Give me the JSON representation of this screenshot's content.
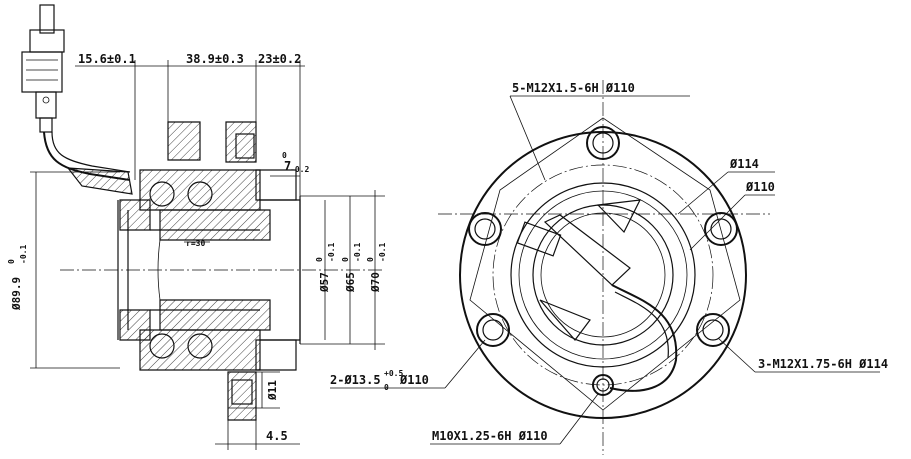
{
  "side_view": {
    "dim_width_1": "15.6±0.1",
    "dim_width_2": "38.9±0.3",
    "dim_width_3": "23±0.2",
    "dim_flange_a": "7",
    "dim_flange_b": "0",
    "dim_flange_c": "-0.2",
    "dim_outer_diameter": "Ø89.9",
    "dim_outer_diameter_tol": "-0.1",
    "dim_outer_diameter_tol0": "0",
    "dim_bore_57": "Ø57",
    "dim_bore_57_tol": "-0.1",
    "dim_bore_57_tol0": "0",
    "dim_bore_65": "Ø65",
    "dim_bore_65_tol": "-0.1",
    "dim_bore_65_tol0": "0",
    "dim_bore_70": "Ø70",
    "dim_bore_70_tol": "-0.1",
    "dim_bore_70_tol0": "0",
    "dim_radius": "r=30",
    "dim_bolt_dia": "Ø11",
    "dim_bolt_offset": "4.5"
  },
  "front_view": {
    "callout_top": "5-M12X1.5-6H  Ø110",
    "callout_pcd_114": "Ø114",
    "callout_pcd_110": "Ø110",
    "callout_right": "3-M12X1.75-6H  Ø114",
    "callout_left_prefix": "2-Ø13.5",
    "callout_left_tol_up": "+0.5",
    "callout_left_tol_low": "0",
    "callout_left_pcd": "Ø110",
    "callout_bottom": "M10X1.25-6H  Ø110"
  }
}
